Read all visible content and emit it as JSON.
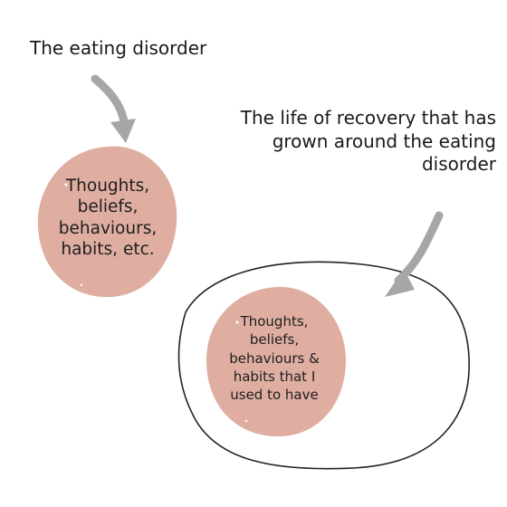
{
  "labels": {
    "eating_disorder": "The eating disorder",
    "recovery": [
      "The life of recovery that has",
      "grown around the eating",
      "disorder"
    ]
  },
  "blobs": {
    "before": [
      "Thoughts,",
      "beliefs,",
      "behaviours,",
      "habits, etc."
    ],
    "after": [
      "Thoughts,",
      "beliefs,",
      "behaviours &",
      "habits that I",
      "used to have"
    ]
  },
  "colors": {
    "blob_fill": "#dfaea1",
    "arrow": "#a6a6a6",
    "outline": "#222222",
    "text": "#1a1a1a"
  }
}
